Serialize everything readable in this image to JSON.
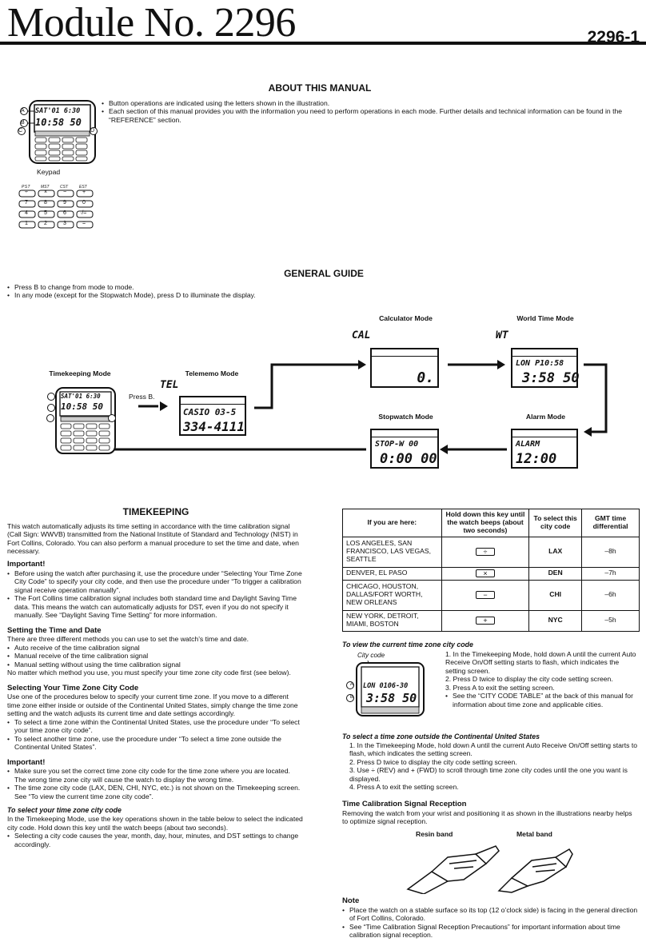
{
  "header": {
    "title": "Module No. 2296",
    "page_number": "2296-1"
  },
  "about": {
    "heading": "ABOUT THIS MANUAL",
    "bullets": [
      "Button operations are indicated using the letters shown in the illustration.",
      "Each section of this manual provides you with the information you need to perform operations in each mode. Further details and technical information can be found in the “REFERENCE” section."
    ],
    "keypad_label": "Keypad",
    "button_a": "A",
    "button_b": "B",
    "button_c": "C",
    "button_d": "D",
    "watch_top": "SAT'01 6:30",
    "watch_bottom": "10:58 50",
    "keypad_keys": [
      "÷",
      "×",
      "−",
      "+",
      "7",
      "8",
      "9",
      "0",
      "4",
      "5",
      "6",
      "·/=",
      "1",
      "2",
      "3",
      "="
    ],
    "keypad_top_labels": [
      "PST",
      "MST",
      "CST",
      "EST"
    ]
  },
  "guide": {
    "heading": "GENERAL GUIDE",
    "bullets": [
      "Press B to change from mode to mode.",
      "In any mode (except for the Stopwatch Mode), press D to illuminate the display."
    ],
    "timekeeping_label": "Timekeeping Mode",
    "telememo_label": "Telememo Mode",
    "calculator_label": "Calculator Mode",
    "worldtime_label": "World Time Mode",
    "stopwatch_label": "Stopwatch Mode",
    "alarm_label": "Alarm Mode",
    "press_b": "Press B.",
    "tel_tag": "TEL",
    "cal_tag": "CAL",
    "wt_tag": "WT",
    "telememo_line1": "CASIO 03-5",
    "telememo_line2": "334-4111",
    "calc_value": "0.",
    "world_line1": "LON  P10:58",
    "world_line2": "3:58 50",
    "stop_line1": "STOP-W  00",
    "stop_line2": "0:00 00",
    "alarm_line1": "ALARM",
    "alarm_line2": "12:00"
  },
  "timekeeping": {
    "heading": "TIMEKEEPING",
    "intro": "This watch automatically adjusts its time setting in accordance with the time calibration signal (Call Sign: WWVB) transmitted from the National Institute of Standard and Technology (NIST) in Fort Collins, Colorado. You can also perform a manual procedure to set the time and date, when necessary.",
    "important1_title": "Important!",
    "important1": [
      "Before using the watch after purchasing it, use the procedure under “Selecting Your Time Zone City Code” to specify your city code, and then use the procedure under “To trigger a calibration signal receive operation manually”.",
      "The Fort Collins time calibration signal includes both standard time and Daylight Saving Time data. This means the watch can automatically adjusts for DST, even if you do not specify it manually. See “Daylight Saving Time Setting” for more information."
    ],
    "setting_title": "Setting the Time and Date",
    "setting_intro": "There are three different methods you can use to set the watch’s time and date.",
    "setting_bullets": [
      "Auto receive of the time calibration signal",
      "Manual receive of the time calibration signal",
      "Manual setting without using the time calibration signal"
    ],
    "setting_outro": "No matter which method you use, you must specify your time zone city code first (see below).",
    "select_title": "Selecting Your Time Zone City Code",
    "select_intro": "Use one of the procedures below to specify your current time zone. If you move to a different time zone either inside or outside of the Continental United States, simply change the time zone setting and the watch adjusts its current time and date settings accordingly.",
    "select_bullets": [
      "To select a time zone within the Continental United States, use the procedure under “To select your time zone city code”.",
      "To select another time zone, use the procedure under “To select a time zone outside the Continental United States”."
    ],
    "important2_title": "Important!",
    "important2": [
      "Make sure you set the correct time zone city code for the time zone where you are located. The wrong time zone city will cause the watch to display the wrong time.",
      "The time zone city code (LAX, DEN, CHI, NYC, etc.) is not shown on the Timekeeping screen. See “To view the current time zone city code”."
    ],
    "select_zone_title": "To select your time zone city code",
    "select_zone_text": "In the Timekeeping Mode, use the key operations shown in the table below to select the indicated city code. Hold down this key until the watch beeps (about two seconds).",
    "select_zone_bullets": [
      "Selecting a city code causes the year, month, day, hour, minutes, and DST settings to change accordingly."
    ]
  },
  "zone_table": {
    "headers": [
      "If you are here:",
      "Hold down this key until the watch beeps (about two seconds)",
      "To select this city code",
      "GMT time differential"
    ],
    "rows": [
      {
        "place": "LOS ANGELES, SAN FRANCISCO, LAS VEGAS, SEATTLE",
        "key": "÷",
        "code": "LAX",
        "gmt": "–8h"
      },
      {
        "place": "DENVER, EL PASO",
        "key": "×",
        "code": "DEN",
        "gmt": "–7h"
      },
      {
        "place": "CHICAGO, HOUSTON, DALLAS/FORT WORTH, NEW ORLEANS",
        "key": "−",
        "code": "CHI",
        "gmt": "–6h"
      },
      {
        "place": "NEW YORK, DETROIT, MIAMI, BOSTON",
        "key": "+",
        "code": "NYC",
        "gmt": "–5h"
      }
    ]
  },
  "view_code": {
    "title": "To view the current time zone city code",
    "city_code_label": "City code",
    "lcd_top": "LON 0106-30",
    "lcd_bottom": "3:58 50",
    "steps": [
      "1. In the Timekeeping Mode, hold down A until the current Auto Receive On/Off setting starts to flash, which indicates the setting screen.",
      "2. Press D twice to display the city code setting screen.",
      "3. Press A to exit the setting screen."
    ],
    "note": "See the “CITY CODE TABLE” at the back of this manual for information about time zone and applicable cities."
  },
  "outside": {
    "title": "To select a time zone outside the Continental United States",
    "steps": [
      "1. In the Timekeeping Mode, hold down A until the current Auto Receive On/Off setting starts to flash, which indicates the setting screen.",
      "2. Press D twice to display the city code setting screen.",
      "3. Use ÷ (REV) and + (FWD) to scroll through time zone city codes until the one you want is displayed.",
      "4. Press A to exit the setting screen."
    ]
  },
  "reception": {
    "title": "Time Calibration Signal Reception",
    "text": "Removing the watch from your wrist and positioning it as shown in the illustrations nearby helps to optimize signal reception.",
    "resin_label": "Resin band",
    "metal_label": "Metal band",
    "note_title": "Note",
    "notes": [
      "Place the watch on a stable surface so its top (12 o’clock side) is facing in the general direction of Fort Collins, Colorado.",
      "See “Time Calibration Signal Reception Precautions” for important information about time calibration signal reception."
    ]
  }
}
